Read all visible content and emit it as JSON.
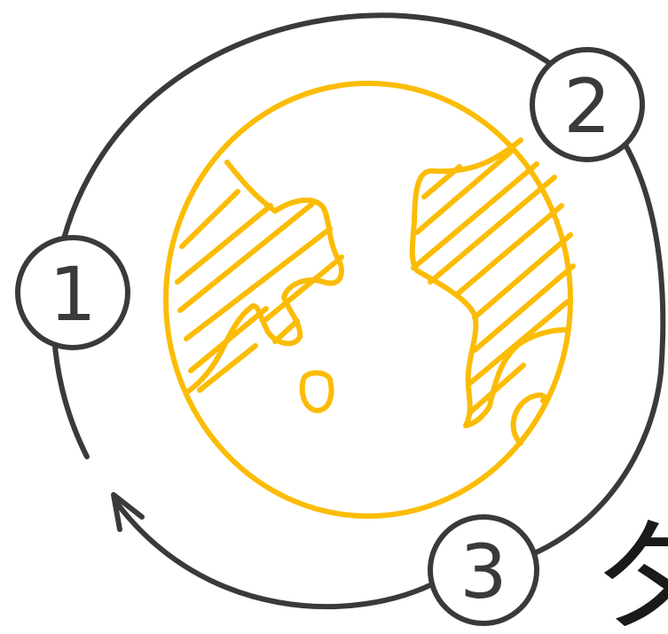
{
  "colors": {
    "ink": "#3a3a3a",
    "globe": "#fbbc05",
    "background": "#ffffff"
  },
  "icons": {
    "main": "globe-icon",
    "cycle": "cycle-arrow-icon"
  },
  "steps": [
    {
      "label": "1"
    },
    {
      "label": "2"
    },
    {
      "label": "3"
    }
  ],
  "glyph": "タ"
}
